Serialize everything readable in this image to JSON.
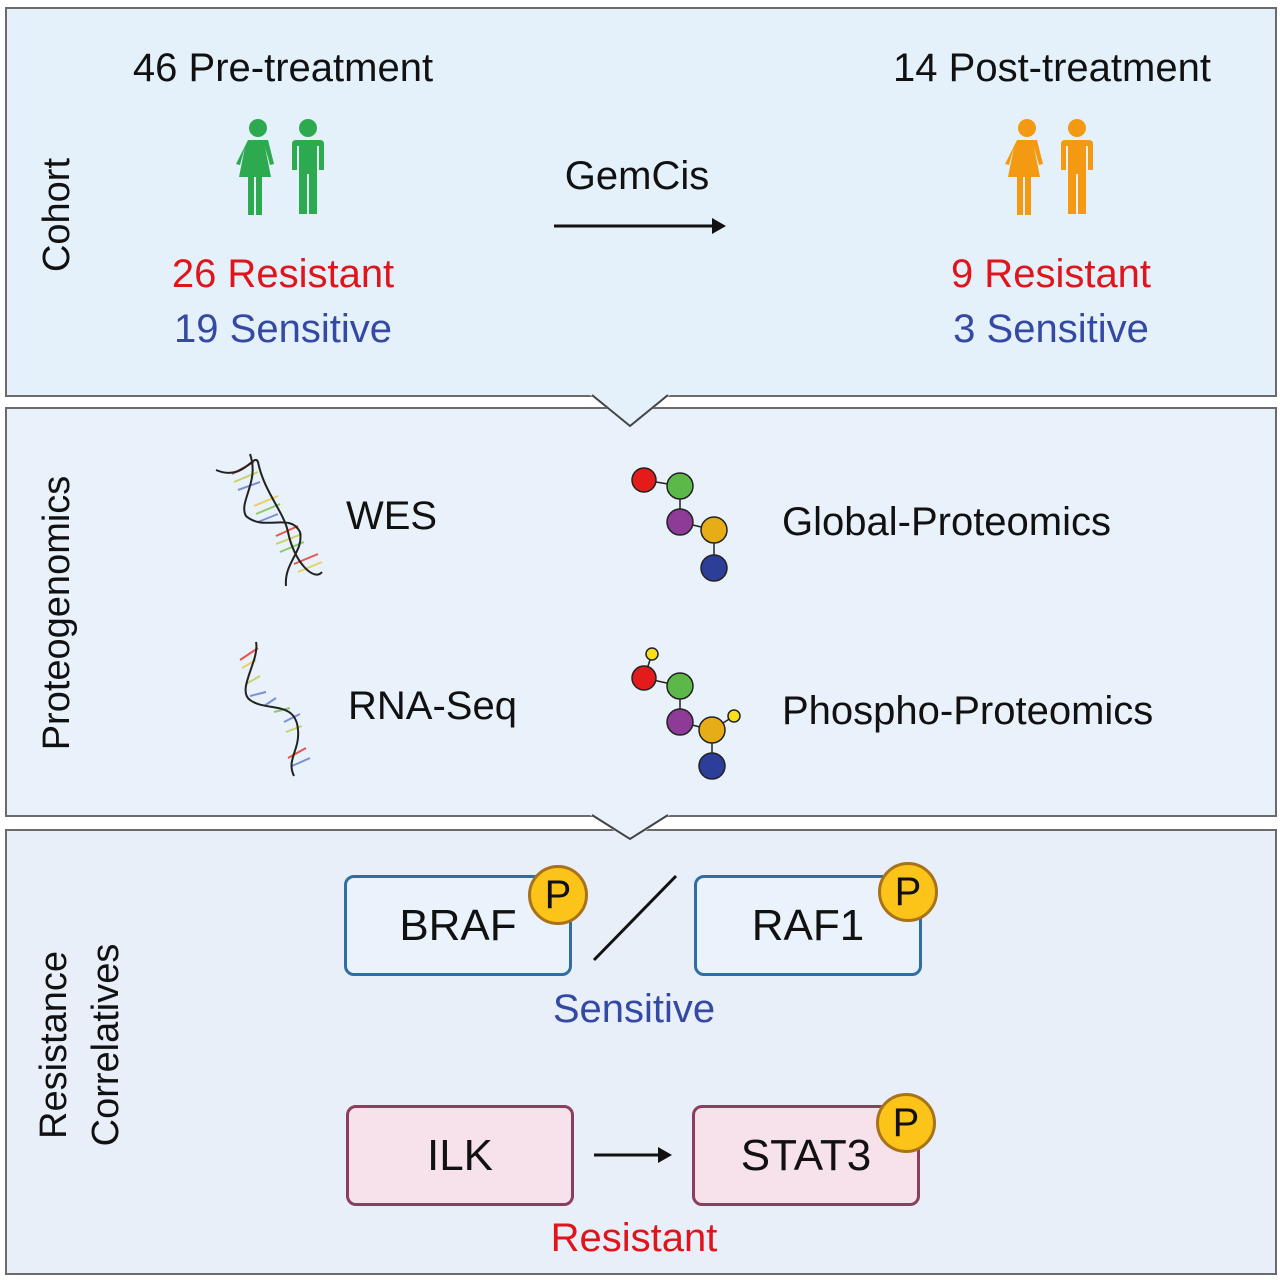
{
  "panels": {
    "cohort": {
      "label": "Cohort",
      "pre": {
        "title": "46 Pre-treatment",
        "resistant": "26 Resistant",
        "sensitive": "19 Sensitive",
        "icon": "people-icon",
        "color": "#2daa4f"
      },
      "treatment": "GemCis",
      "post": {
        "title": "14 Post-treatment",
        "resistant": "9 Resistant",
        "sensitive": "3 Sensitive",
        "icon": "people-icon",
        "color": "#f39a12"
      }
    },
    "proteogenomics": {
      "label": "Proteogenomics",
      "assays": [
        {
          "name": "WES",
          "icon": "dna-double-helix-icon"
        },
        {
          "name": "Global-Proteomics",
          "icon": "protein-chain-icon"
        },
        {
          "name": "RNA-Seq",
          "icon": "rna-strand-icon"
        },
        {
          "name": "Phospho-Proteomics",
          "icon": "phospho-protein-chain-icon"
        }
      ]
    },
    "resistance": {
      "label_line1": "Resistance",
      "label_line2": "Correlatives",
      "sensitive_group": {
        "nodes": [
          {
            "name": "BRAF",
            "phospho": "P"
          },
          {
            "name": "RAF1",
            "phospho": "P"
          }
        ],
        "relation": "or",
        "label": "Sensitive"
      },
      "resistant_group": {
        "nodes": [
          {
            "name": "ILK",
            "phospho": ""
          },
          {
            "name": "STAT3",
            "phospho": "P"
          }
        ],
        "relation": "activates",
        "label": "Resistant"
      }
    }
  },
  "colors": {
    "resistant": "#e0141b",
    "sensitive": "#3449a3",
    "phospho_badge": "#fcc419"
  }
}
